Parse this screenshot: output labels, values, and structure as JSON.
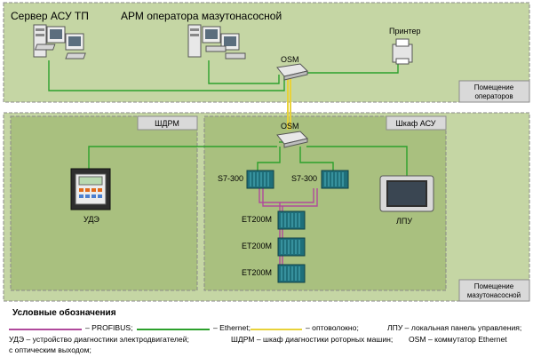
{
  "zones": {
    "operators_room": "Помещение операторов",
    "pump_room": "Помещение мазутонасосной",
    "shdrm": "ШДРМ",
    "asu_cabinet": "Шкаф АСУ"
  },
  "devices": {
    "server": "Сервер АСУ ТП",
    "arm": "АРМ оператора мазутонасосной",
    "printer": "Принтер",
    "osm": "OSM",
    "s7_300": "S7-300",
    "et200m": "ET200M",
    "ude": "УДЭ",
    "lpu": "ЛПУ"
  },
  "legend": {
    "title": "Условные обозначения",
    "profibus": "– PROFIBUS;",
    "ethernet": "– Ethernet;",
    "fiber": "– оптоволокно;",
    "lpu_def": "ЛПУ – локальная панель управления;",
    "ude_def_1": "УДЭ – устройство диагностики электродвигателей;",
    "ude_def_2": "с оптическим выходом;",
    "shdrm_def": "ШДРМ – шкаф диагностики роторных машин;",
    "osm_def": "OSM – коммутатор Ethernet"
  },
  "colors": {
    "ethernet": "#2ca02c",
    "profibus": "#b04a9c",
    "fiber": "#e8d23a",
    "zone_fill": "#c5d6a4",
    "zone_inner_fill": "#a9c07f",
    "label_box": "#d9d9d9",
    "rack": "#1f6f7a"
  }
}
